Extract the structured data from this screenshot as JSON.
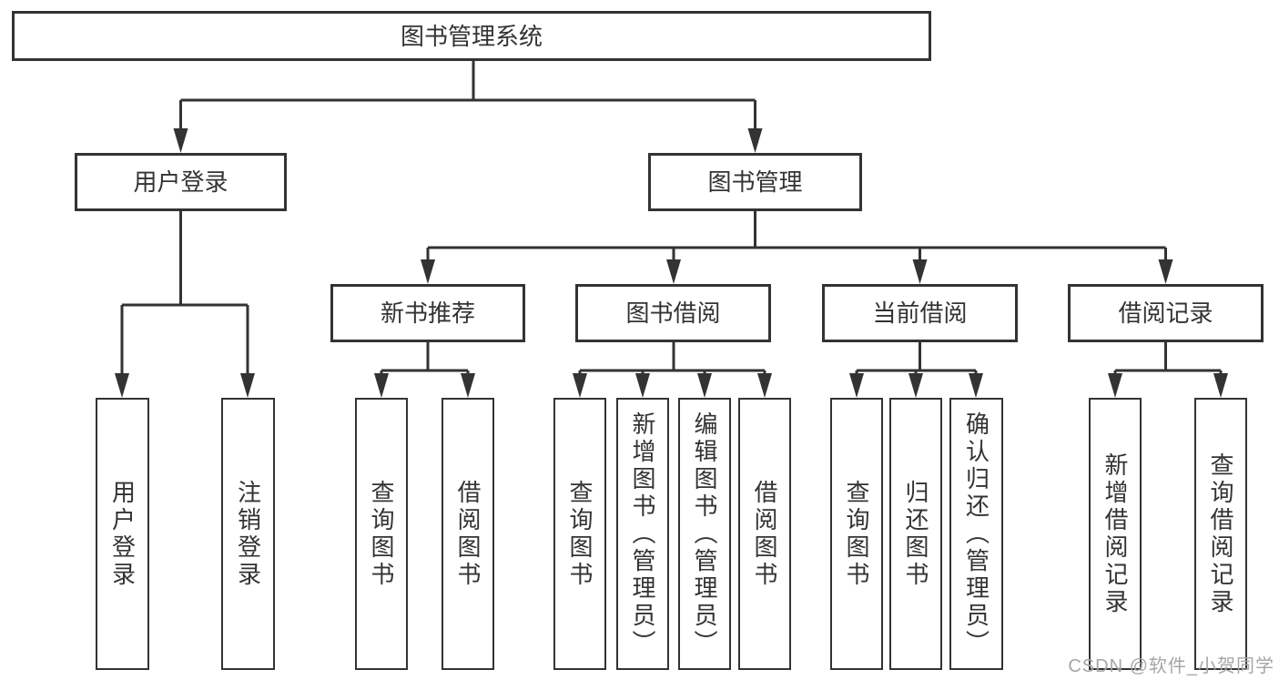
{
  "diagram": {
    "root": {
      "label": "图书管理系统"
    },
    "branches": [
      {
        "label": "用户登录",
        "children": [
          {
            "label": "用户登录"
          },
          {
            "label": "注销登录"
          }
        ]
      },
      {
        "label": "图书管理",
        "children": [
          {
            "label": "新书推荐",
            "children": [
              {
                "label": "查询图书"
              },
              {
                "label": "借阅图书"
              }
            ]
          },
          {
            "label": "图书借阅",
            "children": [
              {
                "label": "查询图书"
              },
              {
                "label": "新增图书（管理员）"
              },
              {
                "label": "编辑图书（管理员）"
              },
              {
                "label": "借阅图书"
              }
            ]
          },
          {
            "label": "当前借阅",
            "children": [
              {
                "label": "查询图书"
              },
              {
                "label": "归还图书"
              },
              {
                "label": "确认归还（管理员）"
              }
            ]
          },
          {
            "label": "借阅记录",
            "children": [
              {
                "label": "新增借阅记录"
              },
              {
                "label": "查询借阅记录"
              }
            ]
          }
        ]
      }
    ],
    "watermark": "CSDN @软件_小贺同学",
    "colors": {
      "ink": "#333333",
      "watermark": "#a6a6a6",
      "background": "#ffffff"
    }
  }
}
